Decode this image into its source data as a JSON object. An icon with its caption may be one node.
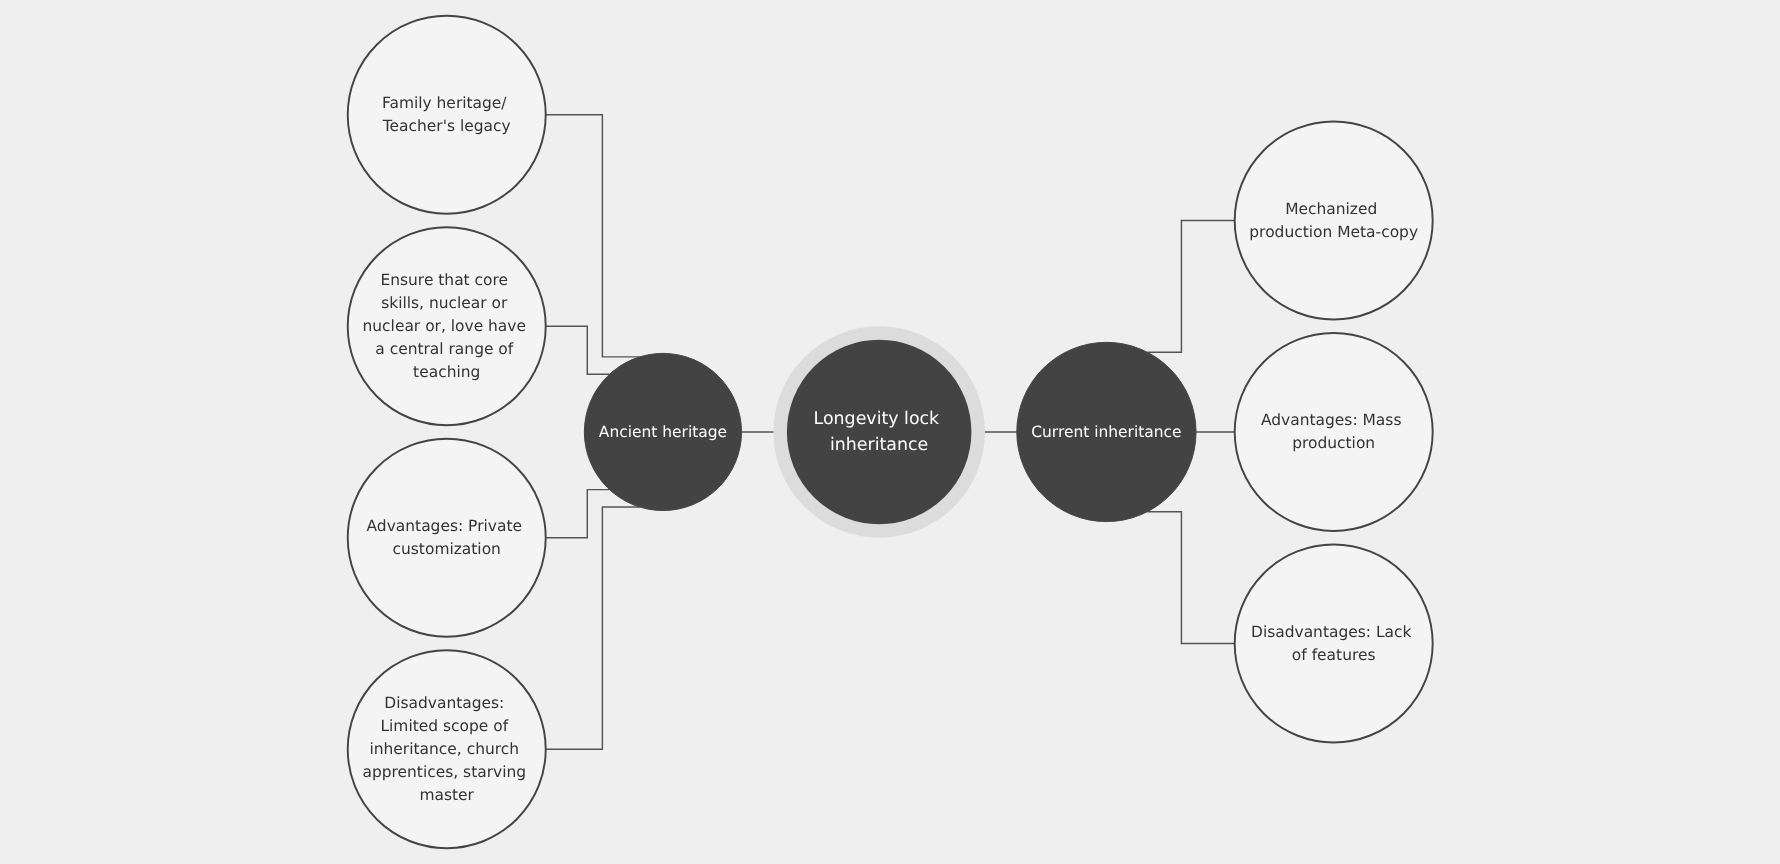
{
  "diagram": {
    "nodes": [
      {
        "text": [
          "Family heritage/ Teacher's legacy"
        ]
      },
      {
        "text": [
          "Ensure that core skills, nuclear or nuclear or, love have a central range of teaching"
        ]
      },
      {
        "text": [
          "Advantages: Private customization"
        ]
      },
      {
        "text": [
          "Disadvantages: Limited scope of inheritance, church apprentices, starving master"
        ]
      },
      {
        "text": [
          "Ancient heritage"
        ]
      },
      {
        "text": [
          "Longevity lock inheritance"
        ]
      },
      {
        "text": [
          "Current inheritance"
        ]
      },
      {
        "text": [
          "Mechanized production Meta-copy"
        ]
      },
      {
        "text": [
          "Advantages: Mass production"
        ]
      },
      {
        "text": [
          "Disadvantages: Lack of features"
        ]
      }
    ],
    "edges": [
      {
        "from": 0,
        "to": 4,
        "arrow": "none"
      },
      {
        "from": 1,
        "to": 4,
        "arrow": "none"
      },
      {
        "from": 2,
        "to": 4,
        "arrow": "none"
      },
      {
        "from": 3,
        "to": 4,
        "arrow": "none"
      },
      {
        "from": 4,
        "to": 5,
        "arrow": "none"
      },
      {
        "from": 5,
        "to": 6,
        "arrow": "none"
      },
      {
        "from": 6,
        "to": 7,
        "arrow": "none"
      },
      {
        "from": 6,
        "to": 8,
        "arrow": "none"
      },
      {
        "from": 6,
        "to": 9,
        "arrow": "none"
      }
    ]
  }
}
